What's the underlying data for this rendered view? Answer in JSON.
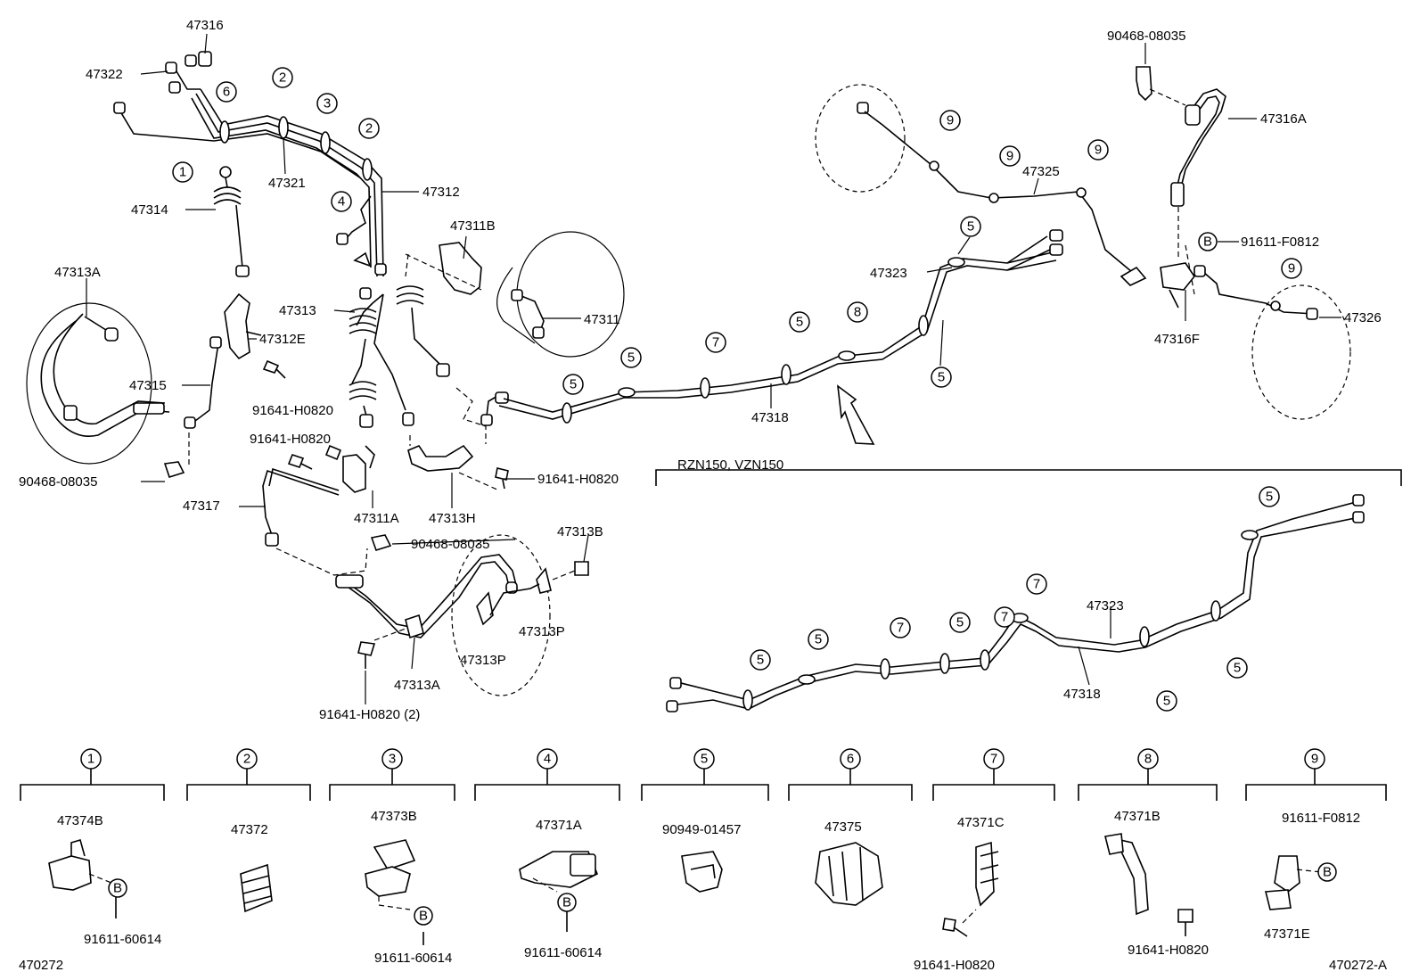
{
  "figure_codes": {
    "left": "470272",
    "right": "470272-A"
  },
  "variant_label": "RZN150, VZN150",
  "bottom_legend": [
    {
      "num": "1",
      "parts": [
        "47374B",
        "91611-60614"
      ],
      "icon": "clamp-icon"
    },
    {
      "num": "2",
      "parts": [
        "47372"
      ],
      "icon": "clamp-icon"
    },
    {
      "num": "3",
      "parts": [
        "47373B",
        "91611-60614"
      ],
      "icon": "clamp-icon"
    },
    {
      "num": "4",
      "parts": [
        "47371A",
        "91611-60614"
      ],
      "icon": "bracket-icon"
    },
    {
      "num": "5",
      "parts": [
        "90949-01457"
      ],
      "icon": "clamp-icon"
    },
    {
      "num": "6",
      "parts": [
        "47375"
      ],
      "icon": "clamp-icon"
    },
    {
      "num": "7",
      "parts": [
        "47371C",
        "91641-H0820"
      ],
      "icon": "bracket-icon"
    },
    {
      "num": "8",
      "parts": [
        "47371B",
        "91641-H0820"
      ],
      "icon": "bracket-icon"
    },
    {
      "num": "9",
      "parts": [
        "91611-F0812",
        "47371E"
      ],
      "icon": "bracket-icon"
    }
  ],
  "bolt_marker": "B",
  "labels": {
    "l47316": "47316",
    "l47322": "47322",
    "l47321": "47321",
    "l47312": "47312",
    "l47314": "47314",
    "l47313A": "47313A",
    "l47311B": "47311B",
    "l47313": "47313",
    "l47311": "47311",
    "l47312E": "47312E",
    "l47315": "47315",
    "l91641H0820a": "91641-H0820",
    "l91641H0820b": "91641-H0820",
    "l91641H0820c": "91641-H0820",
    "l91641H0820d": "91641-H0820 (2)",
    "l90468a": "90468-08035",
    "l90468b": "90468-08035",
    "l90468c": "90468-08035",
    "l47317": "47317",
    "l47311A": "47311A",
    "l47313H": "47313H",
    "l47313B": "47313B",
    "l47313P1": "47313P",
    "l47313P2": "47313P",
    "l47313A2": "47313A",
    "l47318": "47318",
    "l47323": "47323",
    "l47325": "47325",
    "l47316A": "47316A",
    "l91611F0812": "91611-F0812",
    "l47316F": "47316F",
    "l47326": "47326",
    "l47323b": "47323",
    "l47318b": "47318"
  }
}
